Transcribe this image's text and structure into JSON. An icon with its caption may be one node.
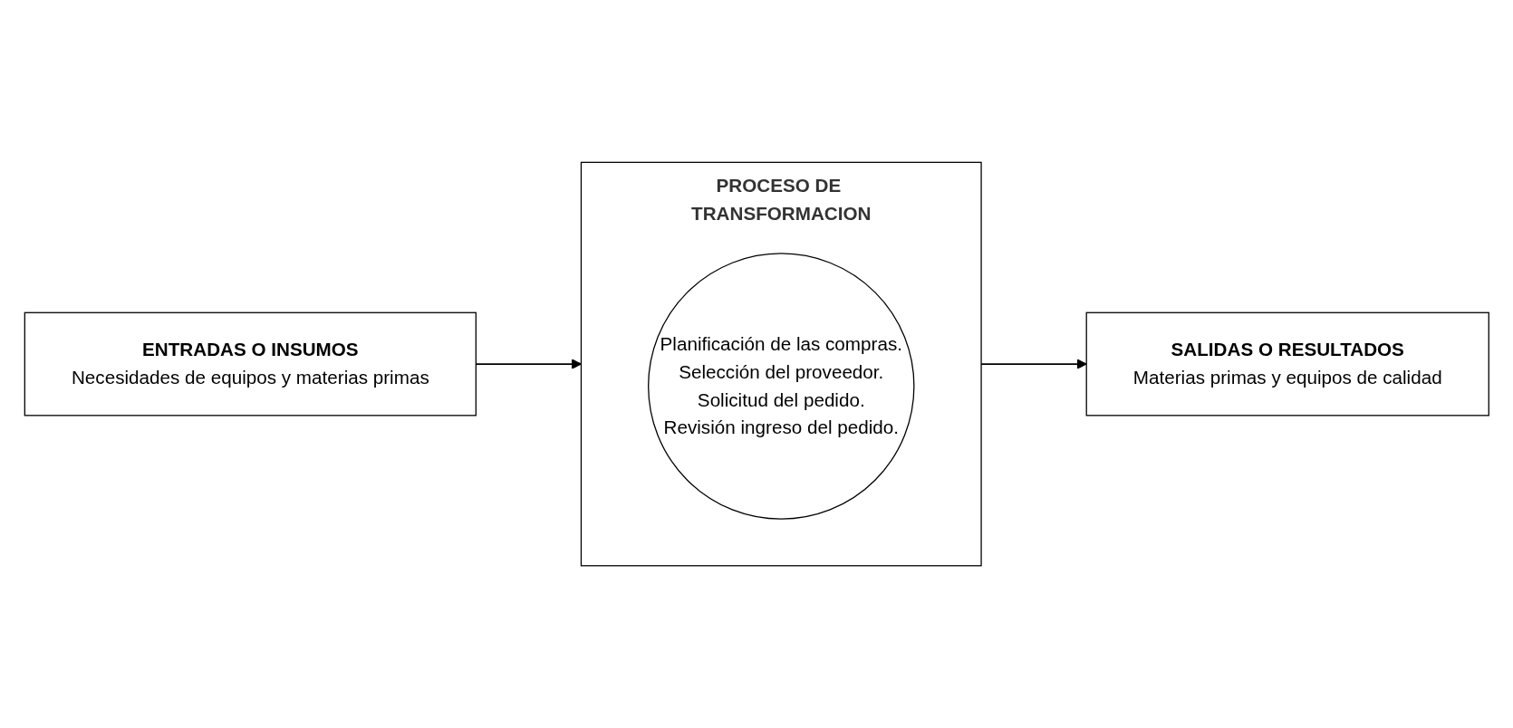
{
  "diagram": {
    "nodes": [
      {
        "text": [
          "ENTRADAS O INSUMOS",
          "Necesidades de equipos y materias primas"
        ]
      },
      {
        "text": [
          "PROCESO DE TRANSFORMACION"
        ]
      },
      {
        "text": [
          "Planificación de las compras.",
          "Selección del proveedor.",
          "Solicitud del pedido.",
          "Revisión ingreso del pedido."
        ],
        "in": 1
      },
      {
        "text": [
          "SALIDAS O RESULTADOS",
          "Materias primas y equipos de calidad"
        ]
      }
    ],
    "edges": [
      {
        "from": 0,
        "to": 1,
        "arrow": "to"
      },
      {
        "from": 1,
        "to": 3,
        "arrow": "to"
      }
    ]
  }
}
